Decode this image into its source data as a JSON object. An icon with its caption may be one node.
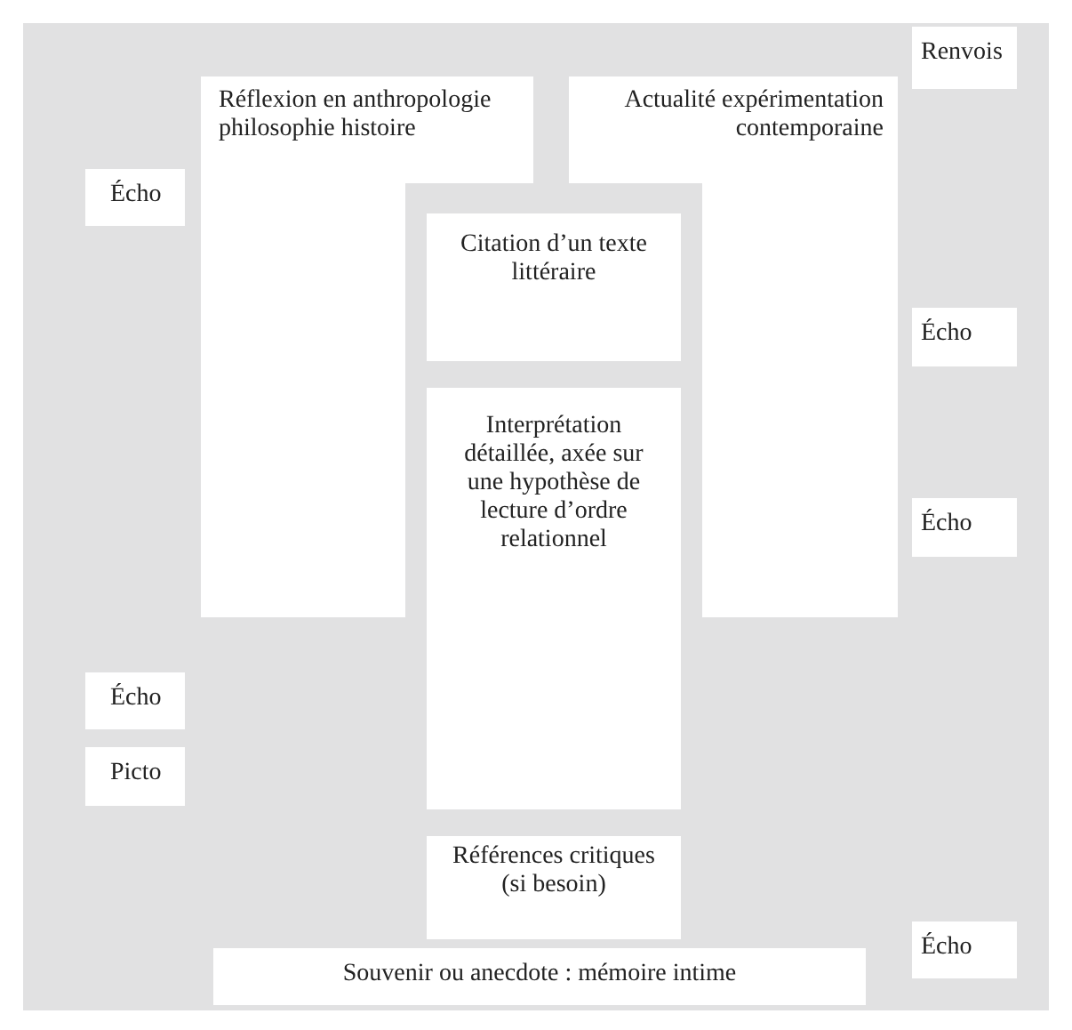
{
  "diagram": {
    "nodes": [
      {
        "text": [
          "Réflexion en anthropologie philosophie histoire"
        ]
      },
      {
        "text": [
          "Actualité expérimentation contemporaine"
        ]
      },
      {
        "text": [
          "Renvois"
        ]
      },
      {
        "text": [
          "Écho"
        ]
      },
      {
        "text": [
          "Citation d’un texte littéraire"
        ]
      },
      {
        "text": [
          "Écho"
        ]
      },
      {
        "text": [
          "Interprétation détaillée, axée sur une hypothèse de lecture d’ordre relationnel"
        ]
      },
      {
        "text": [
          "Écho"
        ]
      },
      {
        "text": [
          "Écho"
        ]
      },
      {
        "text": [
          "Picto"
        ]
      },
      {
        "text": [
          "Références critiques (si besoin)"
        ]
      },
      {
        "text": [
          "Écho"
        ]
      },
      {
        "text": [
          "Souvenir ou anecdote : mémoire intime"
        ]
      }
    ]
  }
}
